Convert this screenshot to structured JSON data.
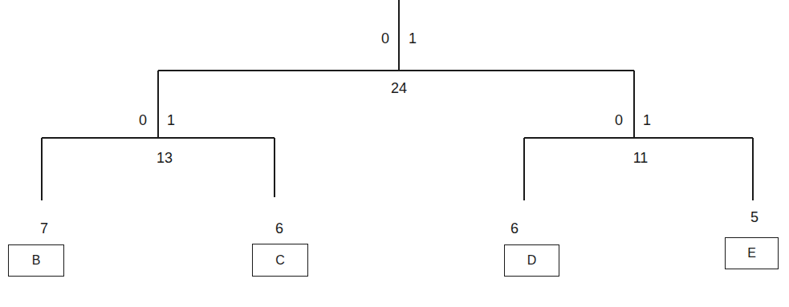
{
  "diagram": {
    "nodes": [
      {
        "text": [
          "B"
        ]
      },
      {
        "text": [
          "C"
        ]
      },
      {
        "text": [
          "D"
        ]
      },
      {
        "text": [
          "E"
        ]
      }
    ],
    "labels": [
      "0",
      "1",
      "24",
      "0",
      "1",
      "0",
      "1",
      "13",
      "11",
      "7",
      "6",
      "6",
      "5"
    ]
  }
}
